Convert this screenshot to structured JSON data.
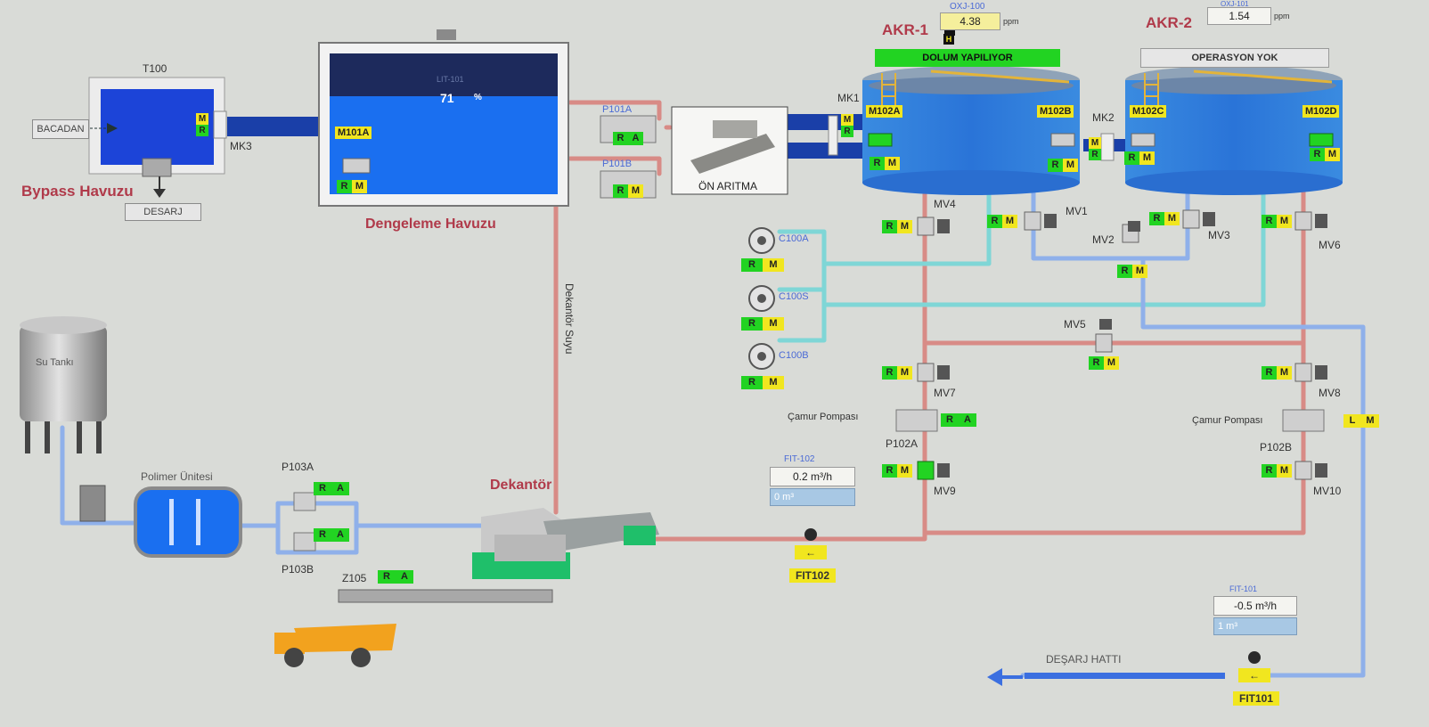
{
  "bypass": {
    "title": "Bypass Havuzu",
    "tank_label": "T100",
    "source_button": "BACADAN",
    "drain_button": "DESARJ",
    "mixer_label": "MK3",
    "badge": [
      "M",
      "R"
    ]
  },
  "dengeleme": {
    "title": "Dengeleme Havuzu",
    "level_tag": "LIT-101",
    "level_value": "71",
    "level_unit": "%",
    "mixer": "M101A",
    "mixer_badge": [
      "R",
      "M"
    ]
  },
  "pumps_p101": [
    {
      "label": "P101A",
      "badge": [
        "R",
        "A"
      ]
    },
    {
      "label": "P101B",
      "badge": [
        "R",
        "M"
      ]
    }
  ],
  "on_aritma": {
    "label": "ÖN ARITMA"
  },
  "mk1": {
    "label": "MK1",
    "badge": [
      "M",
      "R"
    ]
  },
  "mk2": {
    "label": "MK2",
    "badge": [
      "M",
      "R"
    ]
  },
  "akr1": {
    "title": "AKR-1",
    "status": "DOLUM YAPILIYOR",
    "sensor_tag": "OXJ-100",
    "sensor_value": "4.38",
    "sensor_unit": "ppm",
    "alarm": "H",
    "mixers": [
      {
        "label": "M102A",
        "badge": [
          "R",
          "M"
        ]
      },
      {
        "label": "M102B",
        "badge": [
          "R",
          "M"
        ]
      }
    ]
  },
  "akr2": {
    "title": "AKR-2",
    "status": "OPERASYON YOK",
    "sensor_tag": "OXJ-101",
    "sensor_value": "1.54",
    "sensor_unit": "ppm",
    "mixers": [
      {
        "label": "M102C",
        "badge": [
          "R",
          "M"
        ]
      },
      {
        "label": "M102D",
        "badge": [
          "R",
          "M"
        ]
      }
    ]
  },
  "blowers": [
    {
      "label": "C100A",
      "badge": [
        "R",
        "M"
      ]
    },
    {
      "label": "C100S",
      "badge": [
        "R",
        "M"
      ]
    },
    {
      "label": "C100B",
      "badge": [
        "R",
        "M"
      ]
    }
  ],
  "valves": {
    "mv1": {
      "label": "MV1",
      "badge": [
        "R",
        "M"
      ]
    },
    "mv2": {
      "label": "MV2",
      "badge": [
        "R",
        "M"
      ]
    },
    "mv3": {
      "label": "MV3",
      "badge": [
        "R",
        "M"
      ]
    },
    "mv4": {
      "label": "MV4",
      "badge": [
        "R",
        "M"
      ]
    },
    "mv5": {
      "label": "MV5",
      "badge": [
        "R",
        "M"
      ]
    },
    "mv6": {
      "label": "MV6",
      "badge": [
        "R",
        "M"
      ]
    },
    "mv7": {
      "label": "MV7",
      "badge": [
        "R",
        "M"
      ]
    },
    "mv8": {
      "label": "MV8",
      "badge": [
        "R",
        "M"
      ]
    },
    "mv9": {
      "label": "MV9",
      "badge": [
        "R",
        "M"
      ]
    },
    "mv10": {
      "label": "MV10",
      "badge": [
        "R",
        "M"
      ]
    }
  },
  "sludge_pumps": [
    {
      "title": "Çamur Pompası",
      "label": "P102A",
      "badge": [
        "R",
        "A"
      ]
    },
    {
      "title": "Çamur Pompası",
      "label": "P102B",
      "badge": [
        "L",
        "M"
      ]
    }
  ],
  "fit102": {
    "tag": "FIT-102",
    "flow": "0.2 m³/h",
    "total": "0 m³",
    "label": "FIT102",
    "arrow": "←"
  },
  "fit101": {
    "tag": "FIT-101",
    "flow": "-0.5 m³/h",
    "total": "1 m³",
    "label": "FIT101",
    "arrow": "←"
  },
  "desarj_hatti": "DEŞARJ HATTI",
  "dekantor": {
    "title": "Dekantör",
    "pipe_label": "Dekantör Suyu"
  },
  "su_tanki": "Su Tankı",
  "polimer": "Polimer Ünitesi",
  "p103": [
    {
      "label": "P103A",
      "badge": [
        "R",
        "A"
      ]
    },
    {
      "label": "P103B",
      "badge": [
        "R",
        "A"
      ]
    }
  ],
  "z105": {
    "label": "Z105",
    "badge": [
      "R",
      "A"
    ]
  },
  "colors": {
    "background": "#d9dbd7",
    "tank_blue": "#1a6ff0",
    "pipe_red": "#d88b86",
    "pipe_blue": "#8fb0ea",
    "pipe_cyan": "#7fd6d6",
    "status_green": "#22d322",
    "status_yellow": "#f1e61f"
  }
}
